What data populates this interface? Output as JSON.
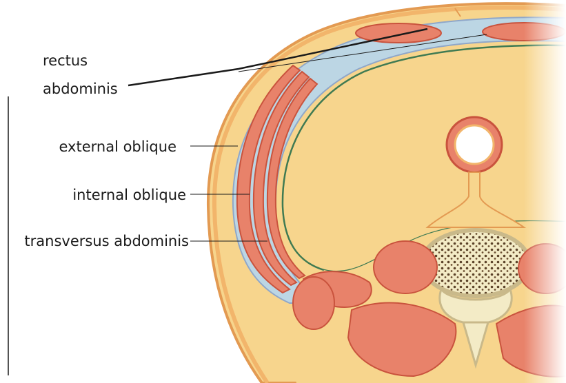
{
  "labels": {
    "rectus_line1": "rectus",
    "rectus_line2": "abdominis",
    "external_oblique": "external oblique",
    "internal_oblique": "internal oblique",
    "transversus_abdominis": "transversus abdominis"
  },
  "colors": {
    "skin": "#f2b56b",
    "fat": "#f7d58d",
    "fascia": "#bcd6e4",
    "muscle": "#e8826a",
    "muscle_dark": "#c9533d",
    "bone": "#f3ebc6",
    "spongy": "#5a4128",
    "peritoneum": "#3f7a52",
    "leader": "#1a1a1a"
  }
}
